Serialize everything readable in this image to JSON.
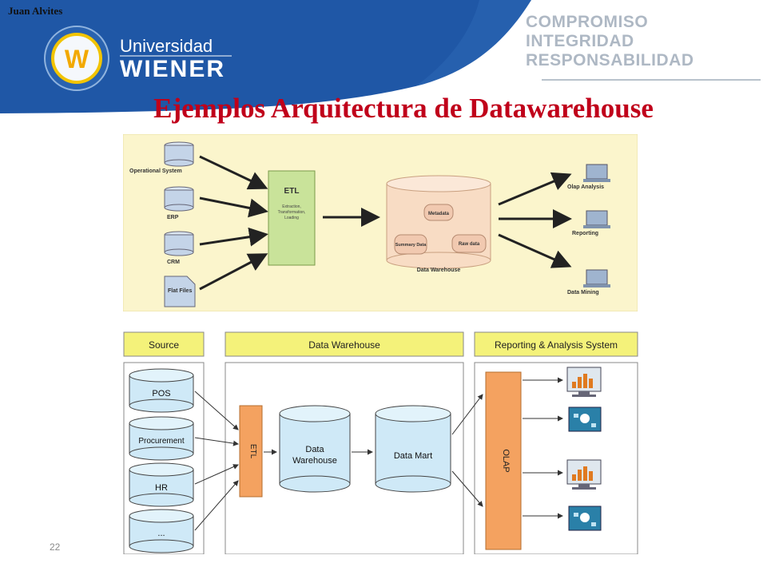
{
  "header": {
    "author": "Juan Alvites",
    "logo": {
      "line1": "Universidad",
      "line2": "WIENER",
      "emblem_letter": "W"
    },
    "values": [
      "COMPROMISO",
      "INTEGRIDAD",
      "RESPONSABILIDAD"
    ],
    "colors": {
      "banner": "#1f57a6",
      "banner_light": "#3d7bc8",
      "values_text": "#aeb8c4"
    }
  },
  "title": "Ejemplos  Arquitectura de Datawarehouse",
  "title_color": "#c0001a",
  "page_number": "22",
  "diagram1": {
    "background": "#fbf5cc",
    "sources": [
      "Operational System",
      "ERP",
      "CRM",
      "Flat Files"
    ],
    "etl": {
      "title": "ETL",
      "subtitle_lines": [
        "Extraction,",
        "Transformation,",
        "Loading"
      ]
    },
    "warehouse": {
      "label": "Data Warehouse",
      "parts": [
        "Metadata",
        "Summary Data",
        "Raw data"
      ]
    },
    "outputs": [
      "Olap Analysis",
      "Reporting",
      "Data Mining"
    ]
  },
  "diagram2": {
    "headers": [
      "Source",
      "Data Warehouse",
      "Reporting & Analysis System"
    ],
    "sources": [
      "POS",
      "Procurement",
      "HR",
      "..."
    ],
    "etl_label": "ETL",
    "warehouse_label_lines": [
      "Data",
      "Warehouse"
    ],
    "datamart_label": "Data Mart",
    "olap_label": "OLAP",
    "colors": {
      "header": "#f4f27a",
      "cylinder": "#cfe9f7",
      "orange": "#f4a260"
    }
  }
}
